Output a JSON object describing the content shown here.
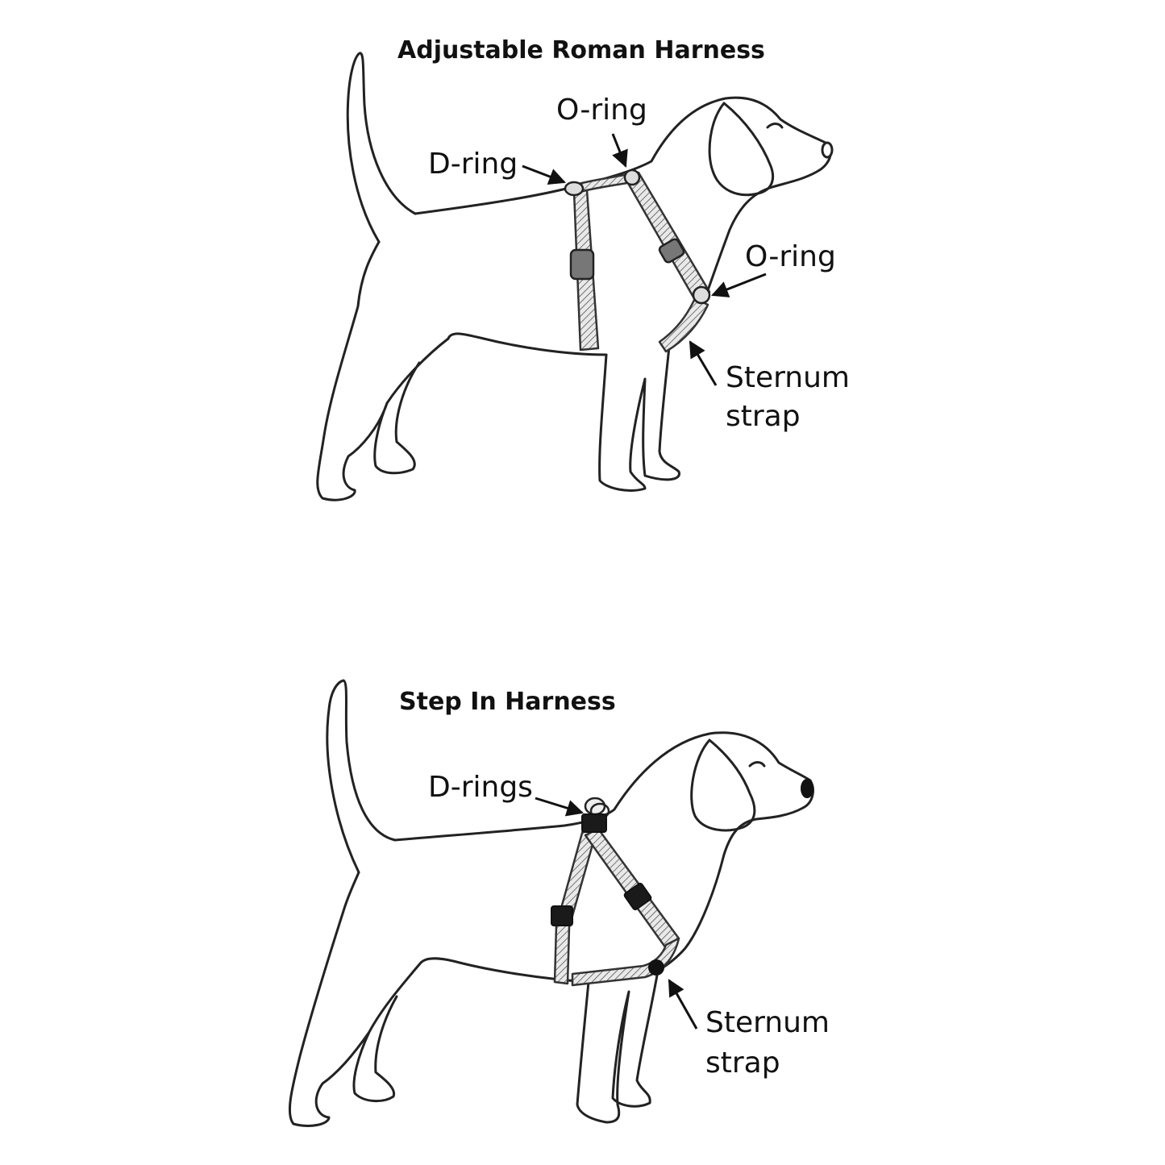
{
  "diagrams": [
    {
      "title": "Adjustable Roman Harness",
      "labels": {
        "top_o_ring": "O-ring",
        "d_ring": "D-ring",
        "chest_o_ring": "O-ring",
        "sternum_line1": "Sternum",
        "sternum_line2": "strap"
      }
    },
    {
      "title": "Step In Harness",
      "labels": {
        "d_rings": "D-rings",
        "sternum_line1": "Sternum",
        "sternum_line2": "strap"
      }
    }
  ]
}
